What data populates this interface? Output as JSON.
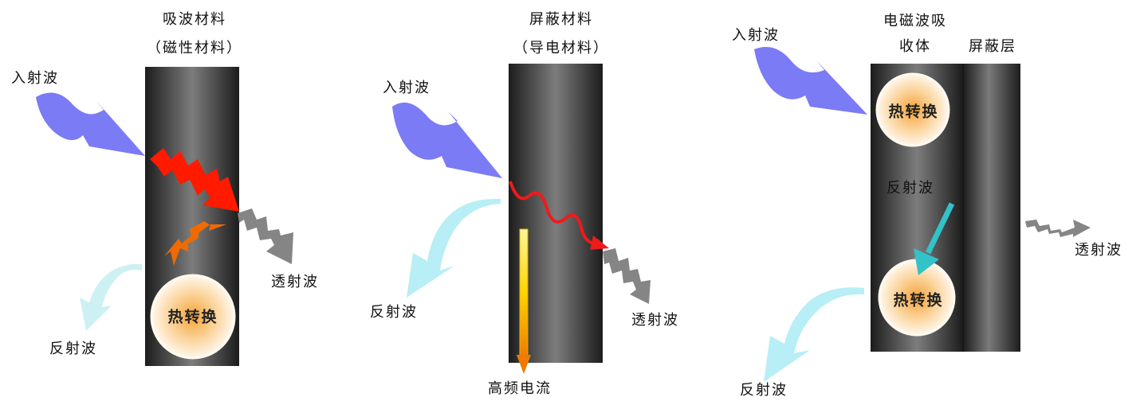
{
  "panel1": {
    "title_line1": "吸波材料",
    "title_line2": "（磁性材料）",
    "incident": "入射波",
    "transmitted": "透射波",
    "reflected": "反射波",
    "heat": "热转换"
  },
  "panel2": {
    "title_line1": "屏蔽材料",
    "title_line2": "（导电材料）",
    "incident": "入射波",
    "reflected": "反射波",
    "transmitted": "透射波",
    "current": "高频电流"
  },
  "panel3": {
    "title_line1": "电磁波吸",
    "title_line2": "收体",
    "shield_label": "屏蔽层",
    "incident": "入射波",
    "heat_top": "热转换",
    "reflected_inner": "反射波",
    "heat_bottom": "热转换",
    "transmitted": "透射波",
    "reflected": "反射波"
  },
  "colors": {
    "incident": "#7b7bf5",
    "absorbed_wave": "#ff1a00",
    "transmitted": "#808080",
    "reflected_light": "#b8eef5",
    "internal_reflect": "#33c2c8",
    "orange_arrow": "#f06a00",
    "slab_dark": "#262626",
    "slab_light": "#7a7a7a"
  }
}
